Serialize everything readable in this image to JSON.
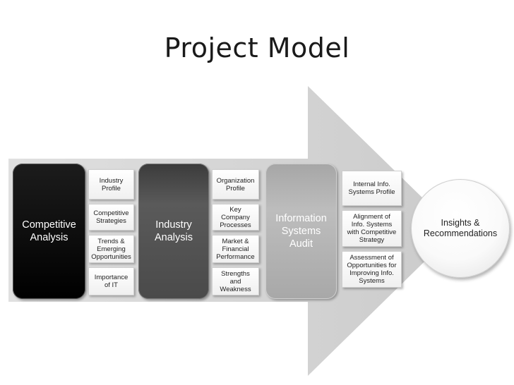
{
  "title": "Project Model",
  "columns": [
    {
      "main": "Competitive\nAnalysis",
      "items": [
        "Industry\nProfile",
        "Competitive\nStrategies",
        "Trends &\nEmerging\nOpportunities",
        "Importance\nof IT"
      ]
    },
    {
      "main": "Industry\nAnalysis",
      "items": [
        "Organization\nProfile",
        "Key\nCompany\nProcesses",
        "Market &\nFinancial\nPerformance",
        "Strengths\nand\nWeakness"
      ]
    },
    {
      "main": "Information\nSystems\nAudit",
      "items": [
        "Internal Info.\nSystems Profile",
        "Alignment of\nInfo. Systems\nwith Competitive\nStrategy",
        "Assessment of\nOpportunities for\nImproving Info.\nSystems"
      ]
    }
  ],
  "outcome": "Insights &\nRecommendations",
  "colors": {
    "arrow": "#d6d6d6",
    "competitive": "#000000",
    "industry": "#4a4a4a",
    "infosys": "#a8a8a8"
  }
}
